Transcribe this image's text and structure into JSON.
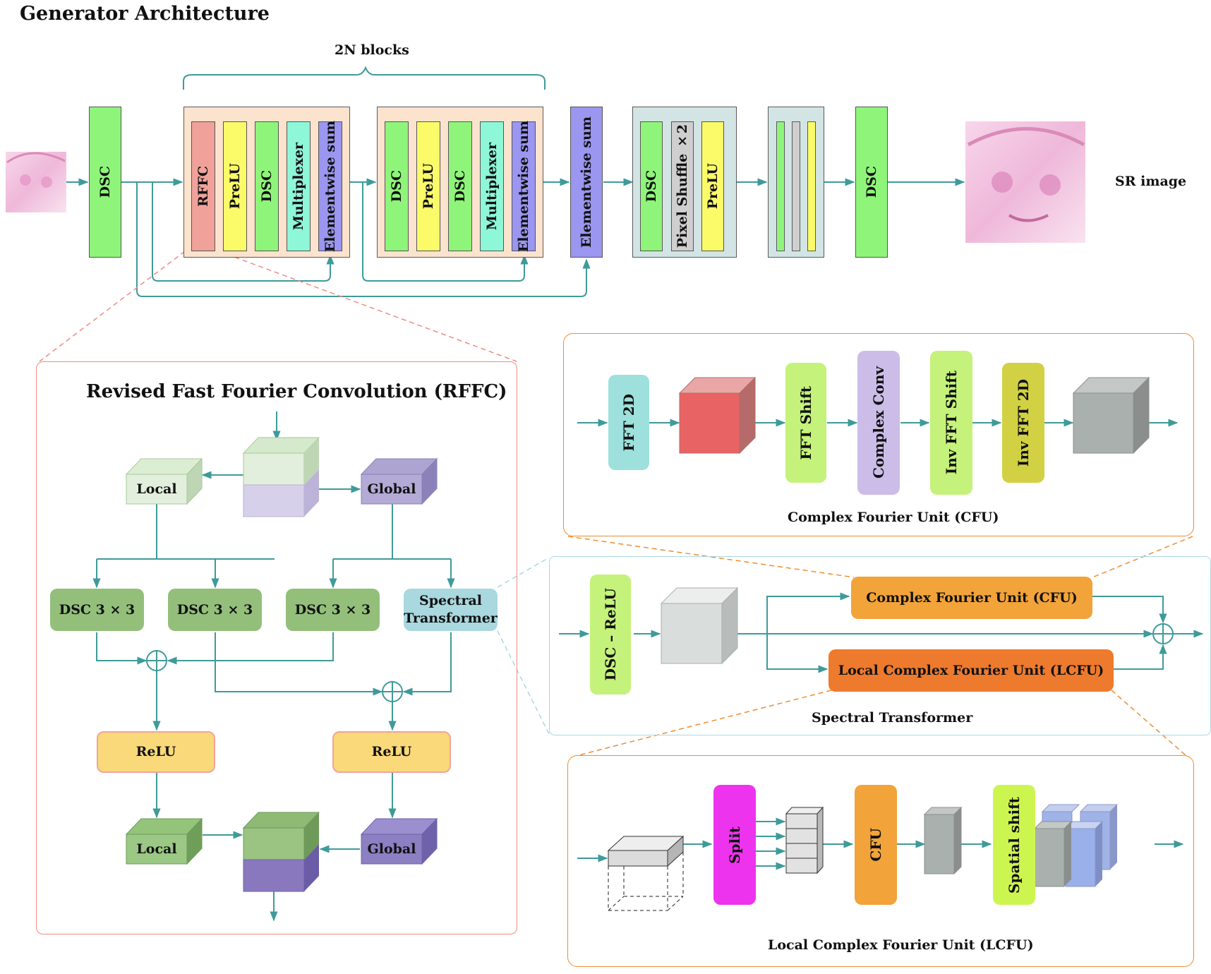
{
  "title": "Generator Architecture",
  "brace_label": "2N blocks",
  "sr_label": "SR image",
  "top_blocks": {
    "dsc_in": "DSC",
    "block1": [
      "RFFC",
      "PreLU",
      "DSC",
      "Multiplexer",
      "Elementwise sum"
    ],
    "block2": [
      "DSC",
      "PreLU",
      "DSC",
      "Multiplexer",
      "Elementwise sum"
    ],
    "elementwise_sum": "Elementwise sum",
    "upsample": [
      "DSC",
      "Pixel Shuffle ×2",
      "PreLU"
    ],
    "dsc_out": "DSC"
  },
  "rffc": {
    "title": "Revised Fast Fourier Convolution (RFFC)",
    "local_in": "Local",
    "global_in": "Global",
    "dsc": [
      "DSC 3 × 3",
      "DSC 3 × 3",
      "DSC 3 × 3"
    ],
    "spectral": "Spectral Transformer",
    "relu_left": "ReLU",
    "relu_right": "ReLU",
    "local_out": "Local",
    "global_out": "Global"
  },
  "cfu": {
    "caption": "Complex Fourier Unit (CFU)",
    "steps": [
      "FFT 2D",
      "FFT Shift",
      "Complex Conv",
      "Inv FFT Shift",
      "Inv FFT 2D"
    ]
  },
  "spectral": {
    "caption": "Spectral Transformer",
    "dsc_relu": "DSC – ReLU",
    "cfu": "Complex Fourier Unit (CFU)",
    "lcfu": "Local Complex Fourier Unit (LCFU)"
  },
  "lcfu": {
    "caption": "Local Complex Fourier Unit (LCFU)",
    "split": "Split",
    "cfu": "CFU",
    "spatial_shift": "Spatial shift"
  },
  "colors": {
    "arrow": "#3f9a9a",
    "dsc_green": "#8ff57a",
    "prelu_yellow": "#fbfb6a",
    "multiplexer_mint": "#8ef7d8",
    "sum_purple": "#9b96f0",
    "rffc_red": "#f0a29a",
    "block_bg": "#fbe3cd",
    "upsample_bg": "#d3e4e4",
    "cfu_orange": "#f2a33a",
    "lcfu_orange": "#ee7a2e",
    "split_magenta": "#ee33ee"
  }
}
